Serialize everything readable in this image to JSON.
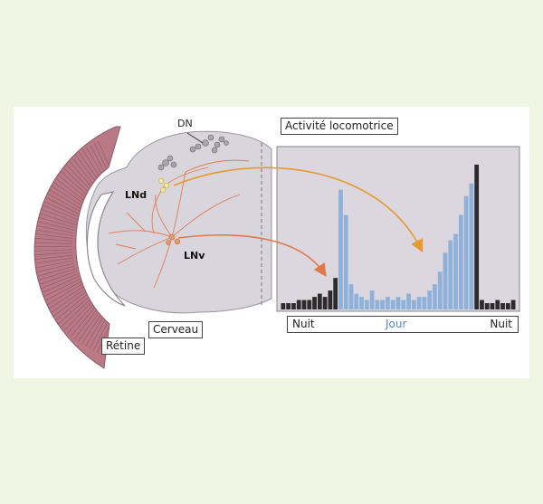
{
  "labels": {
    "dn": "DN",
    "lnd": "LNd",
    "lnv": "LNv",
    "retine": "Rétine",
    "cerveau": "Cerveau",
    "activite": "Activité locomotrice",
    "nuit_left": "Nuit",
    "jour": "Jour",
    "nuit_right": "Nuit"
  },
  "colors": {
    "background": "#eff6e3",
    "retina": "#b97a86",
    "brain": "#d9d5dc",
    "neurons": "#e07d55",
    "arrow": "#e69a32",
    "night_bar": "#2b2b2b",
    "day_bar": "#8fb1d9",
    "jour_text": "#5b88c6"
  },
  "chart_data": {
    "type": "bar",
    "title": "Activité locomotrice",
    "categories_note": "",
    "x_segments": [
      "Nuit",
      "Jour",
      "Nuit"
    ],
    "series": [
      {
        "values": [
          2,
          2,
          2,
          3,
          3,
          3,
          4,
          5,
          4,
          6,
          10,
          38,
          30,
          8,
          5,
          4,
          3,
          6,
          3,
          3,
          4,
          3,
          4,
          3,
          5,
          3,
          4,
          4,
          6,
          8,
          12,
          18,
          22,
          24,
          30,
          36,
          40,
          46,
          3,
          2,
          2,
          3,
          2,
          2,
          3
        ],
        "phase": [
          "n",
          "n",
          "n",
          "n",
          "n",
          "n",
          "n",
          "n",
          "n",
          "n",
          "n",
          "d",
          "d",
          "d",
          "d",
          "d",
          "d",
          "d",
          "d",
          "d",
          "d",
          "d",
          "d",
          "d",
          "d",
          "d",
          "d",
          "d",
          "d",
          "d",
          "d",
          "d",
          "d",
          "d",
          "d",
          "d",
          "d",
          "n",
          "n",
          "n",
          "n",
          "n",
          "n",
          "n",
          "n"
        ]
      }
    ],
    "ylim": [
      0,
      50
    ],
    "grid": false
  }
}
